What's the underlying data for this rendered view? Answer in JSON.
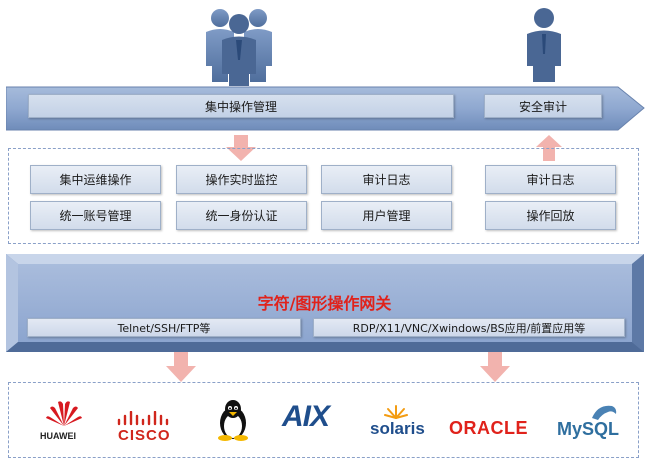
{
  "top_bar": {
    "main_label": "集中操作管理",
    "audit_label": "安全审计"
  },
  "ops_functions": {
    "col1": [
      "集中运维操作",
      "统一账号管理"
    ],
    "col2": [
      "操作实时监控",
      "统一身份认证"
    ],
    "col3": [
      "审计日志",
      "用户管理"
    ],
    "col4": [
      "审计日志",
      "操作回放"
    ]
  },
  "gateway": {
    "title": "字符/图形操作网关",
    "left_protocols": "Telnet/SSH/FTP等",
    "right_protocols": "RDP/X11/VNC/Xwindows/BS应用/前置应用等"
  },
  "logos": {
    "huawei": "HUAWEI",
    "cisco": "CISCO",
    "aix": "AIX",
    "solaris": "solaris",
    "oracle": "ORACLE",
    "mysql": "MySQL"
  },
  "colors": {
    "accent_red": "#e0221b",
    "arrow_pink": "#f2b3ae",
    "bar_blue": "#7f9bc6"
  }
}
